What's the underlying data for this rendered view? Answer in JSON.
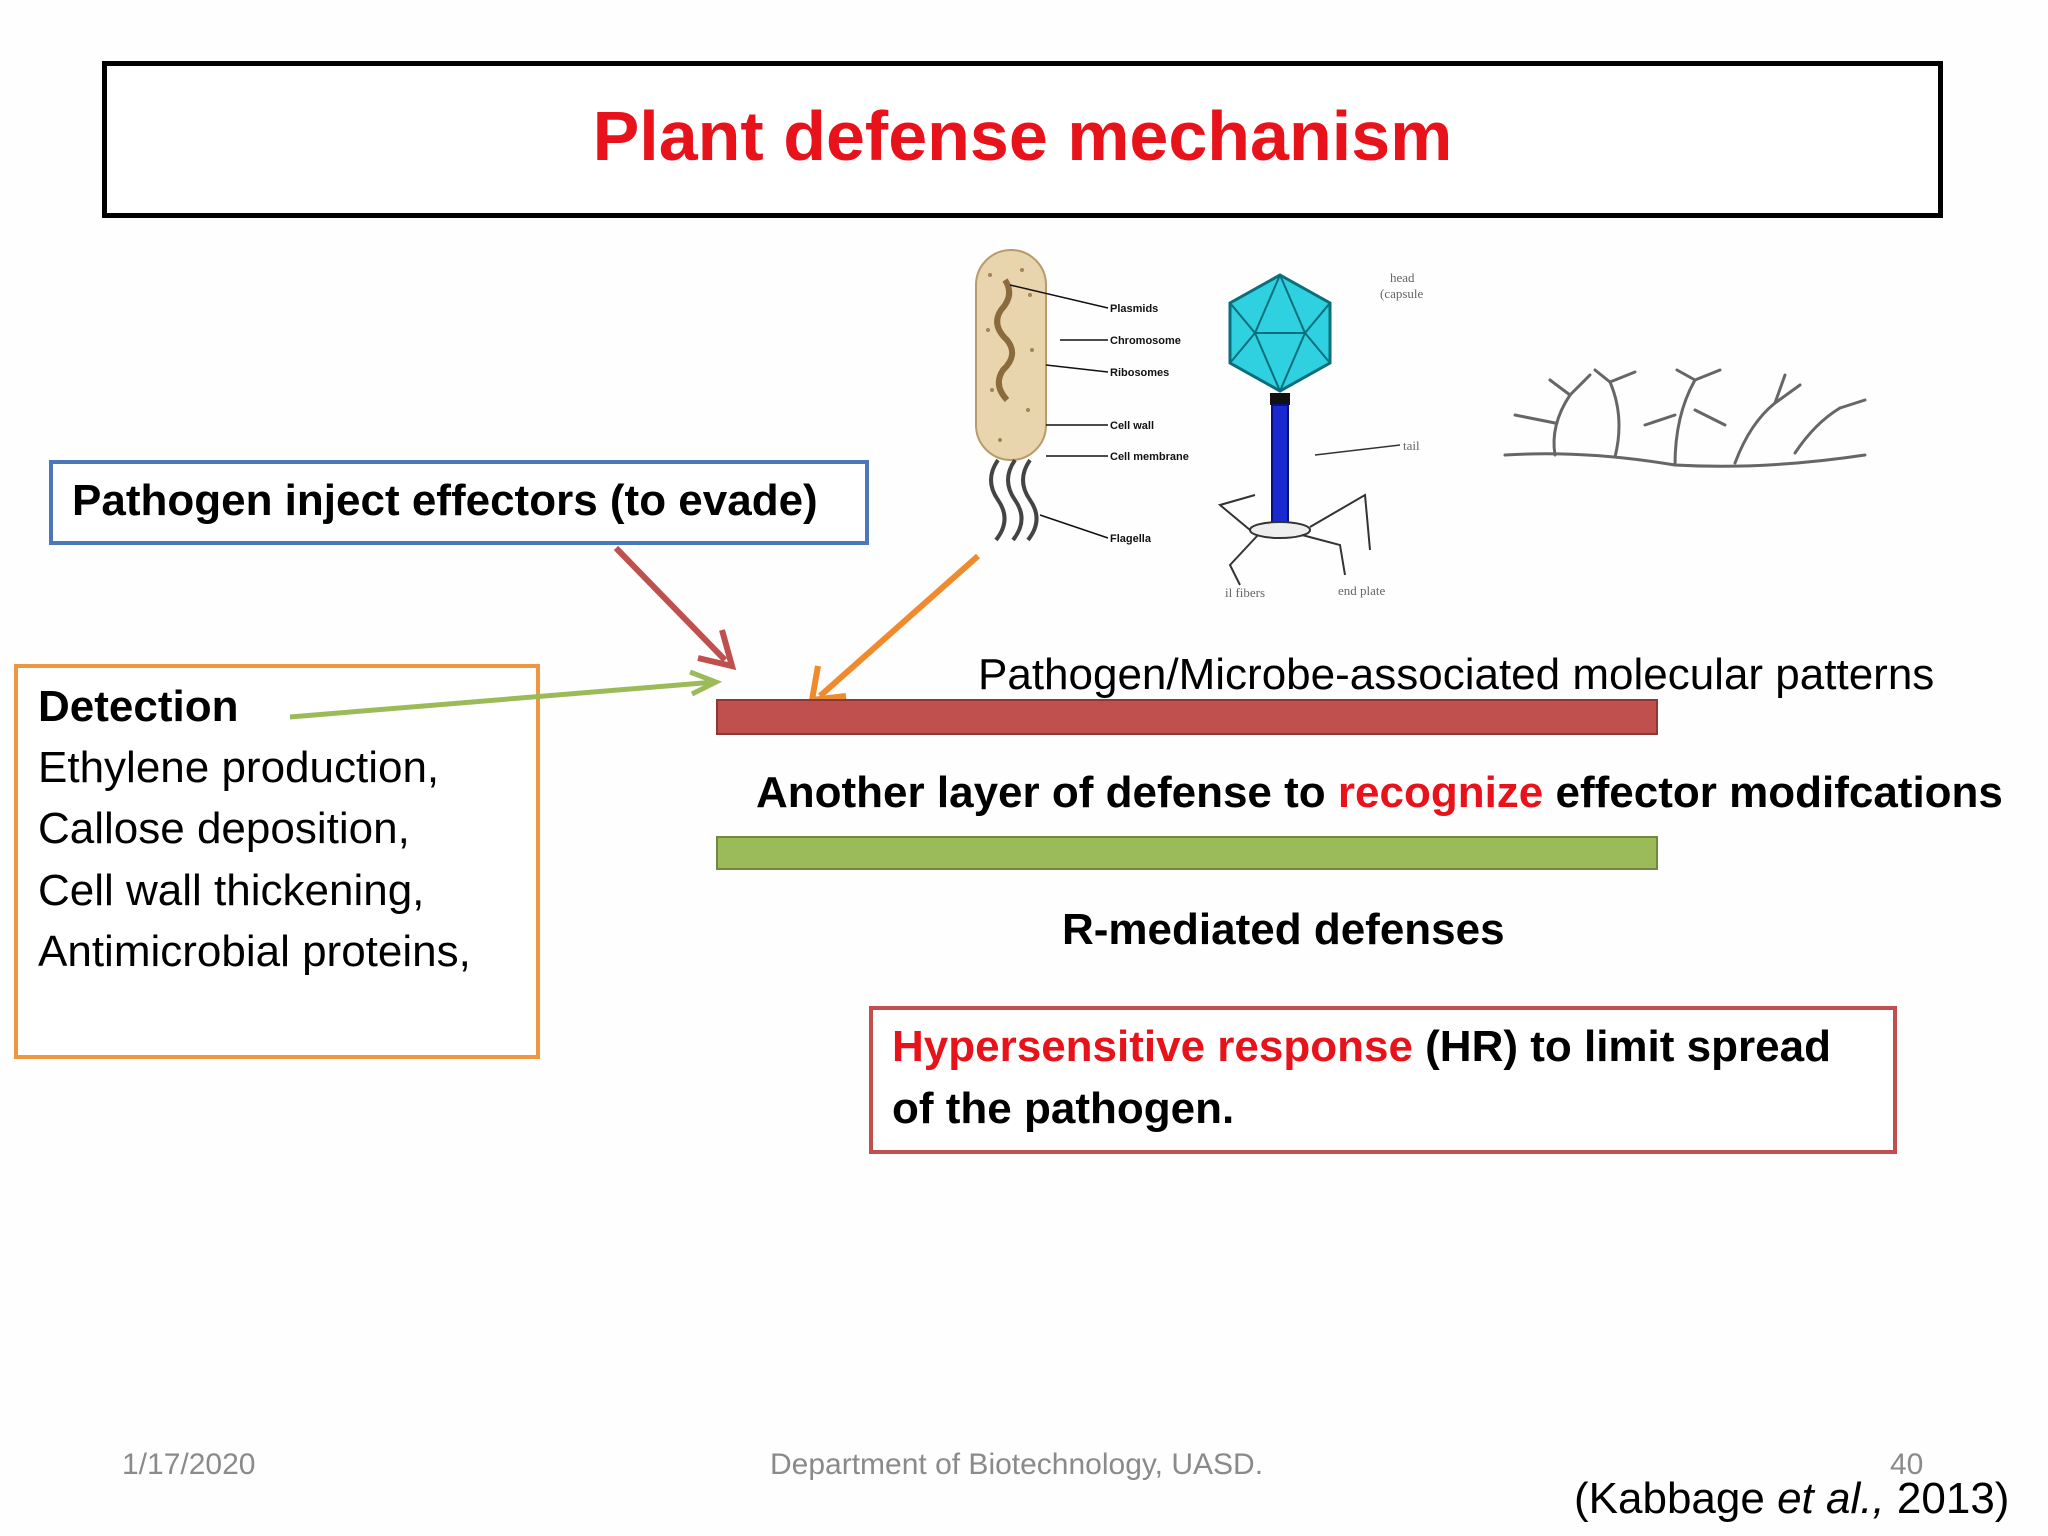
{
  "title": "Plant defense mechanism",
  "pathogen_box": {
    "text": "Pathogen inject effectors (to evade)"
  },
  "detection": {
    "heading": "Detection",
    "items": [
      "Ethylene production,",
      "Callose deposition,",
      "Cell wall thickening,",
      "Antimicrobial proteins,"
    ]
  },
  "pamps_label": "Pathogen/Microbe-associated molecular patterns",
  "layer_text": {
    "before": "Another layer of defense to ",
    "highlight": "recognize",
    "after": " effector modifcations"
  },
  "r_mediated": "R-mediated defenses",
  "hr": {
    "highlight": "Hypersensitive response",
    "line1_rest": " (HR) to limit spread",
    "line2": "of the pathogen."
  },
  "illustrations": {
    "bacterium_labels": [
      "Plasmids",
      "Chromosome",
      "Ribosomes",
      "Cell wall",
      "Cell membrane",
      "Flagella"
    ],
    "phage_labels": [
      "head",
      "(capsule",
      "tail",
      "il fibers",
      "end plate"
    ]
  },
  "footer": {
    "date": "1/17/2020",
    "department": "Department of Biotechnology, UASD.",
    "page": "40"
  },
  "citation": {
    "author": "(Kabbage ",
    "etal": "et al.,",
    "year": " 2013)"
  },
  "colors": {
    "title": "#e8121b",
    "red_bar": "#c0504d",
    "green_bar": "#9bbb59",
    "blue_border": "#4a78b8",
    "orange_border": "#ef9640"
  }
}
